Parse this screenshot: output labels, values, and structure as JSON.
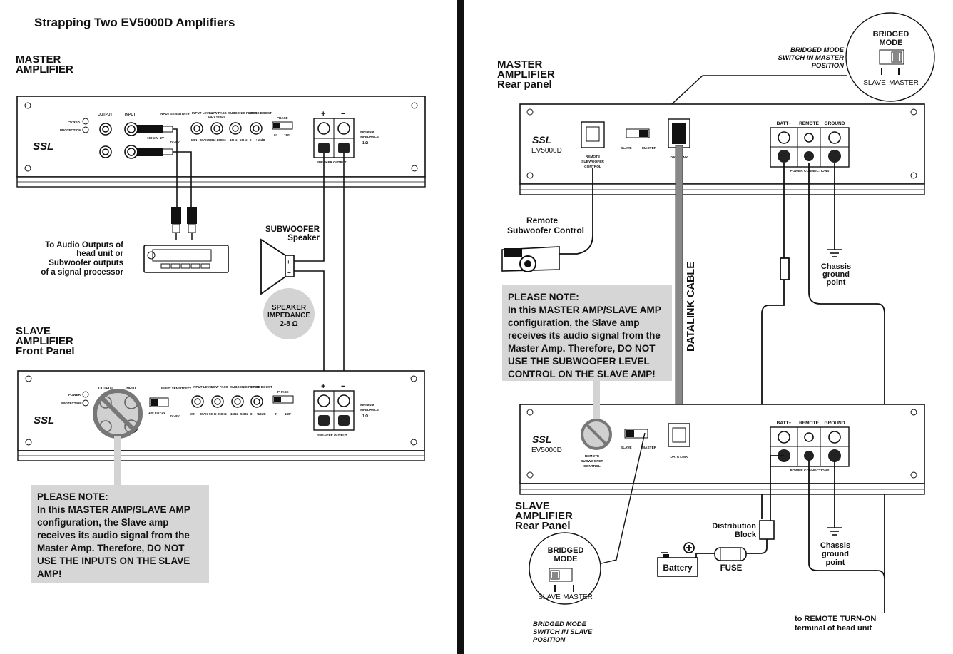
{
  "left": {
    "title": "Strapping  Two  EV5000D Amplifiers",
    "master_label": [
      "MASTER",
      "AMPLIFIER"
    ],
    "slave_label": [
      "SLAVE",
      "AMPLIFIER",
      "Front Panel"
    ],
    "front_panel": {
      "brand": "SSL",
      "power": "POWER",
      "protection": "PROTECTION",
      "output": "OUTPUT",
      "input": "INPUT",
      "input_sensitivity": "INPUT SENSITIVITY",
      "sens_low": "100 mV~2V",
      "sens_high": "2V~8V",
      "input_level": "INPUT LEVEL",
      "min": "MIN",
      "max": "MAX",
      "low_pass": "LOW PASS",
      "lp_range_top": "50Hz  120Hz",
      "lp_range_bottom": "50Hz  250Hz",
      "subsonic": "SUBSONIC FILTER",
      "sub_low": "15Hz",
      "sub_high": "50Hz",
      "bass_boost": "BASS BOOST",
      "bb_low": "0",
      "bb_high": "+18dB",
      "phase": "PHASE",
      "phase_0": "0°",
      "phase_180": "180°",
      "plus": "+",
      "minus": "−",
      "min_impedance": [
        "MINIMUM",
        "IMPEDANCE",
        "1 Ω"
      ],
      "speaker_output": "SPEAKER OUTPUT"
    },
    "head_unit_label": [
      "To Audio Outputs of",
      "head unit or",
      "Subwoofer outputs",
      "of a signal processor"
    ],
    "subwoofer_label": [
      "SUBWOOFER",
      "Speaker"
    ],
    "impedance_label": [
      "SPEAKER",
      "IMPEDANCE",
      "2-8 Ω"
    ],
    "note": {
      "lines": [
        "PLEASE NOTE:",
        "In this MASTER AMP/SLAVE AMP",
        "configuration, the  Slave amp",
        "receives its audio signal from the",
        "Master Amp. Therefore, DO NOT",
        "USE THE INPUTS ON THE SLAVE",
        "AMP!"
      ]
    }
  },
  "right": {
    "master_label": [
      "MASTER",
      "AMPLIFIER",
      "Rear panel"
    ],
    "slave_label": [
      "SLAVE",
      "AMPLIFIER",
      "Rear Panel"
    ],
    "rear_panel": {
      "brand": "SSL",
      "model": "EV5000D",
      "remote_sub": [
        "REMOTE",
        "SUBWOOFER",
        "CONTROL"
      ],
      "slave": "SLAVE",
      "master": "MASTER",
      "data_link": "DATA LINK",
      "batt": "BATT+",
      "remote": "REMOTE",
      "ground": "GROUND",
      "power_connections": "POWER CONNECTIONS"
    },
    "bridged_top": {
      "title": [
        "BRIDGED",
        "MODE"
      ],
      "slave": "SLAVE",
      "master": "MASTER"
    },
    "bridged_top_caption": [
      "BRIDGED MODE",
      "SWITCH IN MASTER",
      "POSITION"
    ],
    "bridged_bottom": {
      "title": [
        "BRIDGED",
        "MODE"
      ],
      "slave": "SLAVE",
      "master": "MASTER"
    },
    "bridged_bottom_caption": [
      "BRIDGED MODE",
      "SWITCH IN SLAVE",
      "POSITION"
    ],
    "remote_control_label": [
      "Remote",
      "Subwoofer Control"
    ],
    "datalink_cable": "DATALINK CABLE",
    "chassis_top": [
      "Chassis",
      "ground",
      "point"
    ],
    "chassis_bottom": [
      "Chassis",
      "ground",
      "point"
    ],
    "distribution_block": [
      "Distribution",
      "Block"
    ],
    "battery": "Battery",
    "fuse": "FUSE",
    "remote_turn_on": [
      "to REMOTE TURN-ON",
      "terminal of head unit"
    ],
    "note": {
      "lines": [
        "PLEASE NOTE:",
        "In this MASTER AMP/SLAVE AMP",
        "configuration, the  Slave amp",
        "receives its audio signal from the",
        "Master Amp. Therefore, DO NOT",
        "USE THE SUBWOOFER LEVEL",
        "CONTROL ON THE SLAVE AMP!"
      ]
    }
  }
}
